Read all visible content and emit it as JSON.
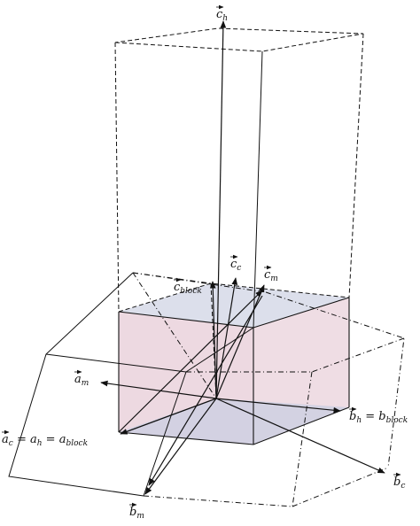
{
  "labels": {
    "c_h": "c",
    "c_h_sub": "h",
    "c_c": "c",
    "c_c_sub": "c",
    "c_m": "c",
    "c_m_sub": "m",
    "c_block": "c",
    "c_block_sub": "block",
    "a_m": "a",
    "a_m_sub": "m",
    "b_h_eq": "b",
    "b_h_eq_sub1": "h",
    "b_h_eq_sym": " = ",
    "b_h_eq_b2": "b",
    "b_h_eq_sub2": "block",
    "a_c_eq_a": "a",
    "a_c_eq_sub_c": "c",
    "a_c_eq_eq1": " = ",
    "a_c_eq_a2": "a",
    "a_c_eq_sub_h": "h",
    "a_c_eq_eq2": " = ",
    "a_c_eq_a3": "a",
    "a_c_eq_sub_block": "block",
    "b_c": "b",
    "b_c_sub": "c",
    "b_m": "b",
    "b_m_sub": "m"
  },
  "colors": {
    "block_top": "#d9dcea",
    "block_front": "#ead2dc",
    "block_side": "#e8d6de",
    "block_bottom": "#c8cde0",
    "line": "#111111"
  }
}
